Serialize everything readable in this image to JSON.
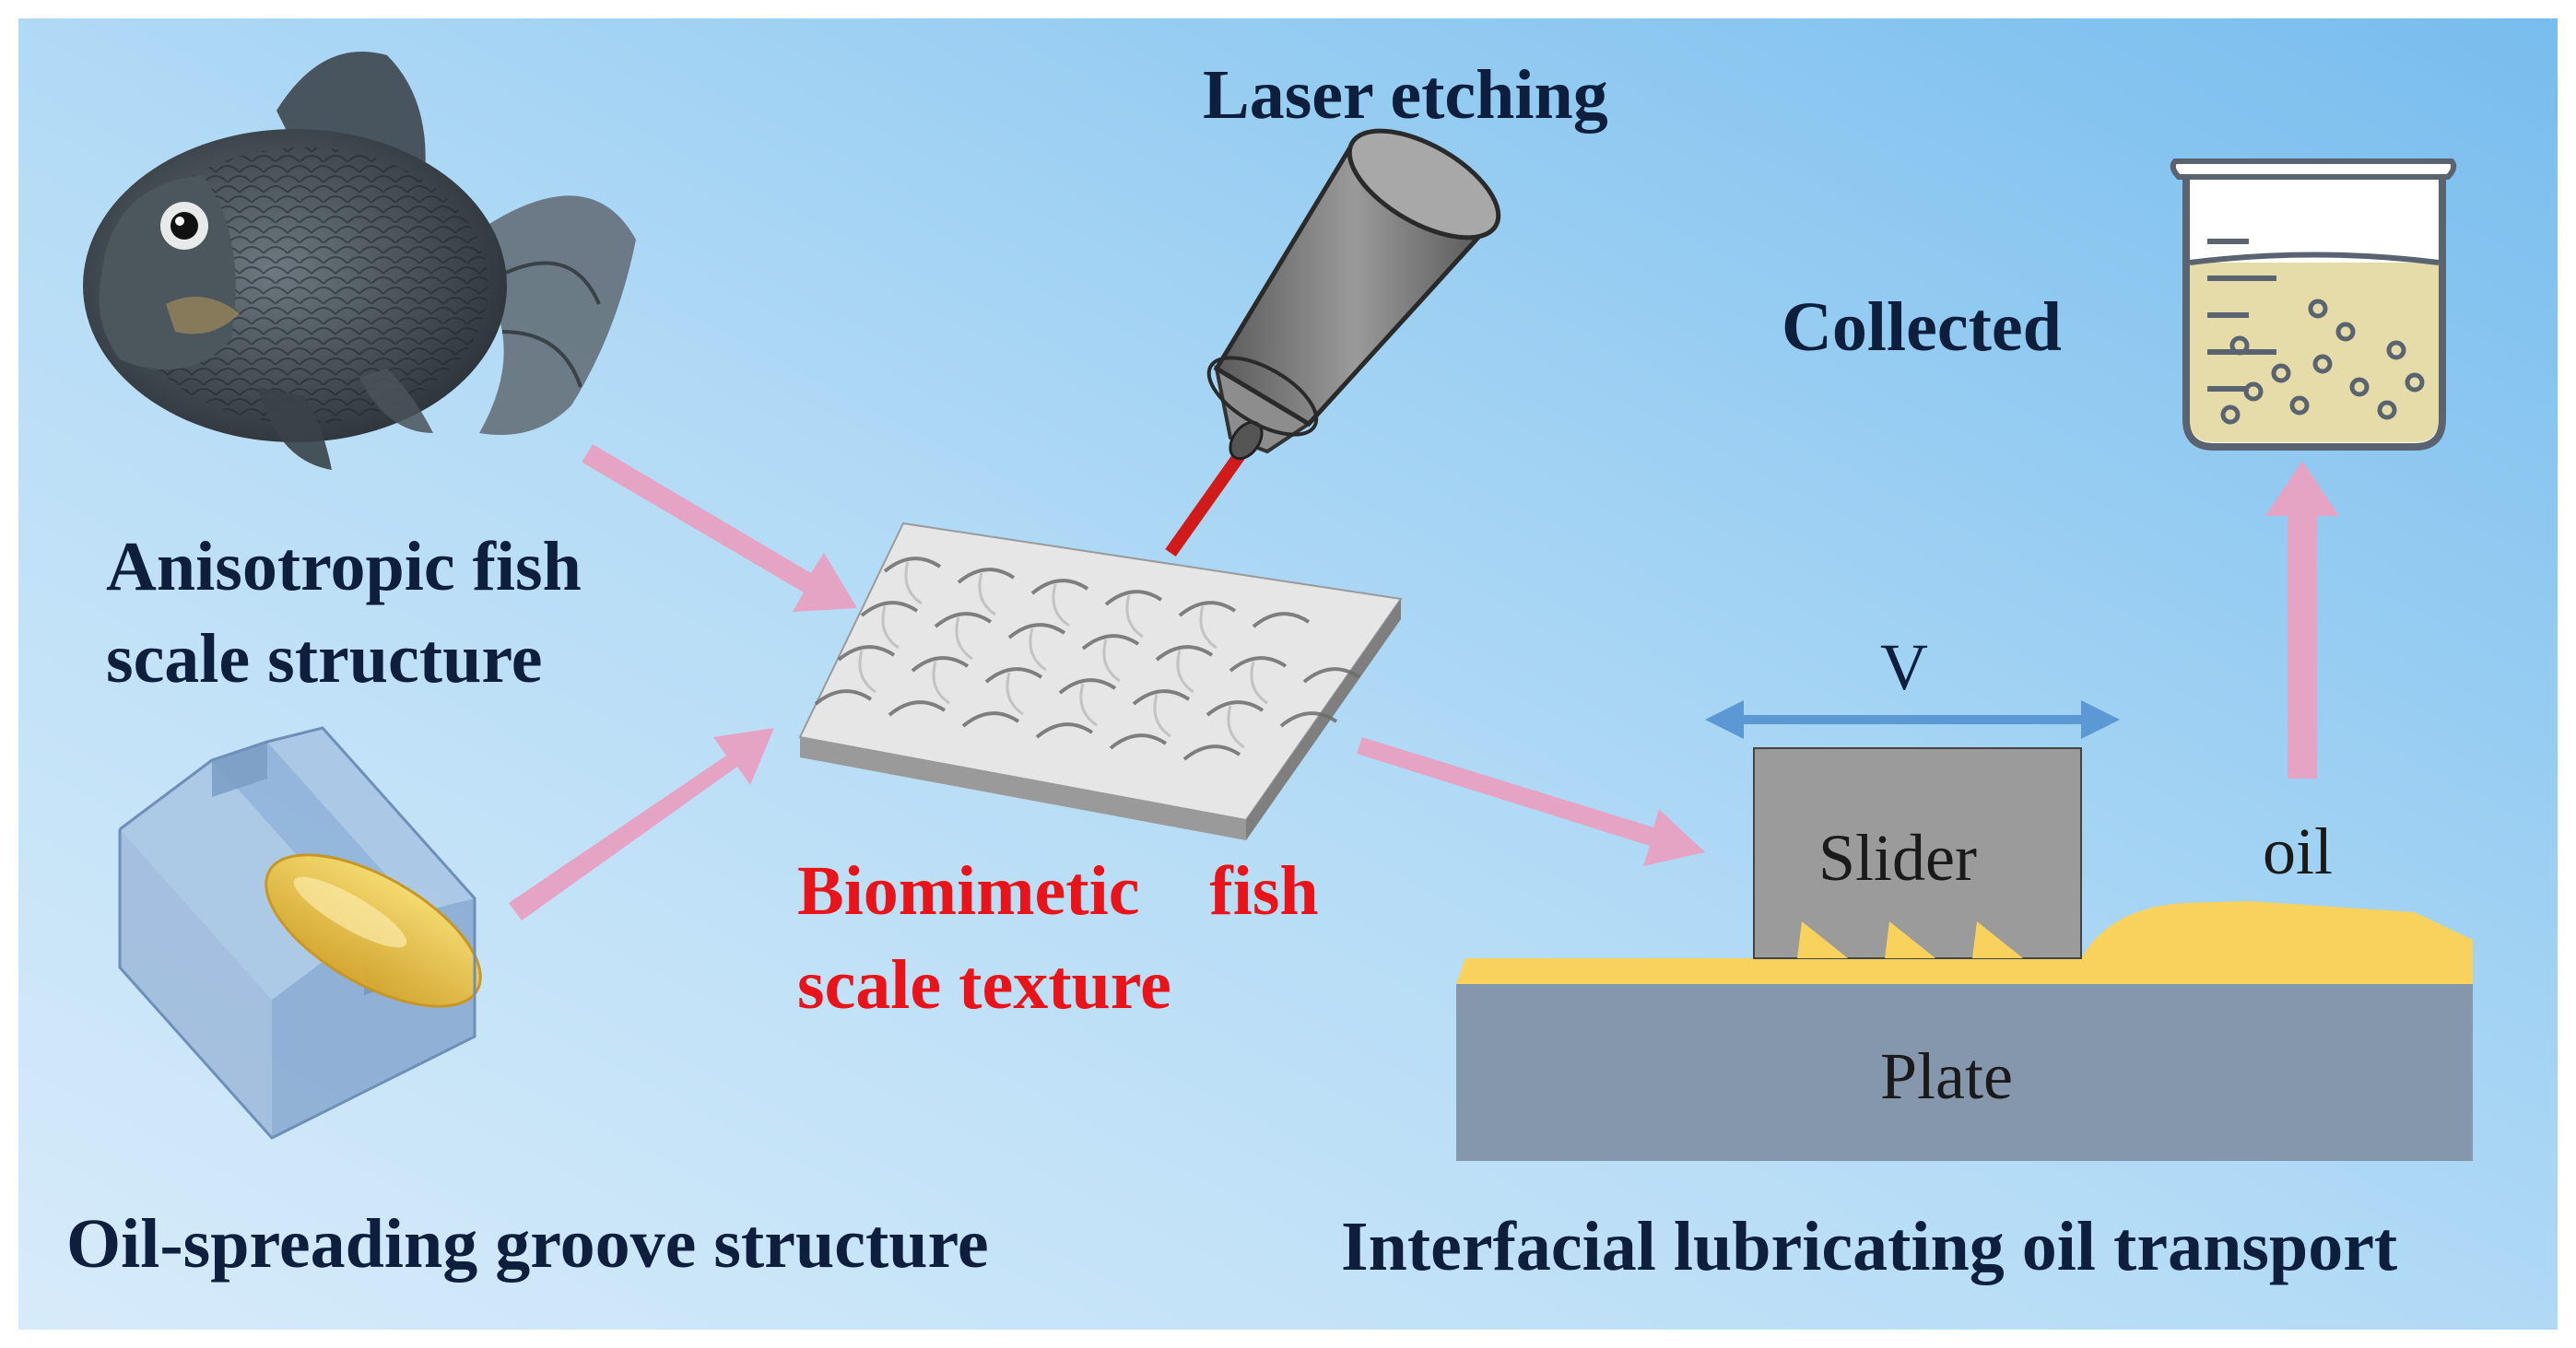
{
  "labels": {
    "laser_etching": "Laser etching",
    "collected": "Collected",
    "fish_structure_line1": "Anisotropic fish",
    "fish_structure_line2": "scale structure",
    "groove_structure": "Oil-spreading groove structure",
    "texture_line1": "Biomimetic    fish",
    "texture_line2": "scale texture",
    "velocity": "V",
    "slider": "Slider",
    "oil": "oil",
    "plate": "Plate",
    "transport": "Interfacial lubricating oil transport"
  },
  "colors": {
    "background_start": "#cfe6f8",
    "background_end": "#7cc0ee",
    "label_dark": "#0d1f3c",
    "label_highlight": "#e8141a",
    "arrow_pink": "#e7a6c6",
    "velocity_arrow": "#5b98d4",
    "oil_yellow": "#f8d25d",
    "slider_gray": "#9b9b9b",
    "plate_gray": "#8597ad",
    "laser_beam": "#d11b1b"
  },
  "icons": {
    "fish": "goldfish-photo",
    "laser": "laser-head-icon",
    "beaker": "beaker-icon",
    "groove": "groove-block-icon",
    "texture": "fish-scale-plate-icon"
  }
}
